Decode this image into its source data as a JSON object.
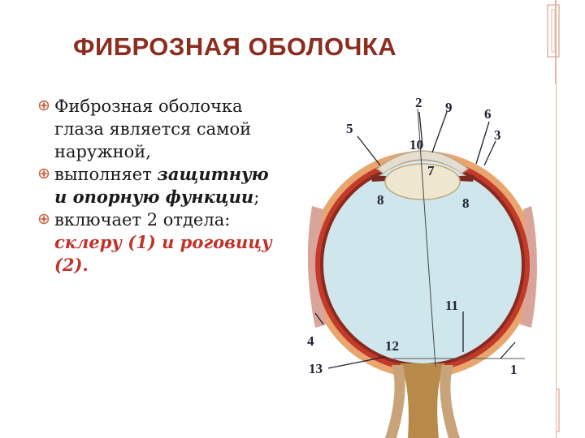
{
  "title": "ФИБРОЗНАЯ ОБОЛОЧКА",
  "bullets": [
    {
      "text": "Фиброзная оболочка глаза является самой наружной,"
    },
    {
      "plain": "выполняет ",
      "emph": "защитную и опорную функции",
      "tail": ";"
    },
    {
      "plain": "включает 2 отдела: ",
      "red": "склеру (1) и роговицу (2)",
      "tail": "."
    }
  ],
  "diagram_labels": [
    "1",
    "2",
    "3",
    "4",
    "5",
    "6",
    "7",
    "8",
    "8",
    "9",
    "10",
    "11",
    "12",
    "13"
  ],
  "colors": {
    "title": "#8b2e20",
    "marker": "#c96a4e",
    "accent_red": "#c0332a",
    "eye_interior": "#cfe6ec",
    "choroid": "#c33a2a",
    "sclera": "#e8a66e"
  },
  "icons": [
    "bullet-marker-icon"
  ]
}
